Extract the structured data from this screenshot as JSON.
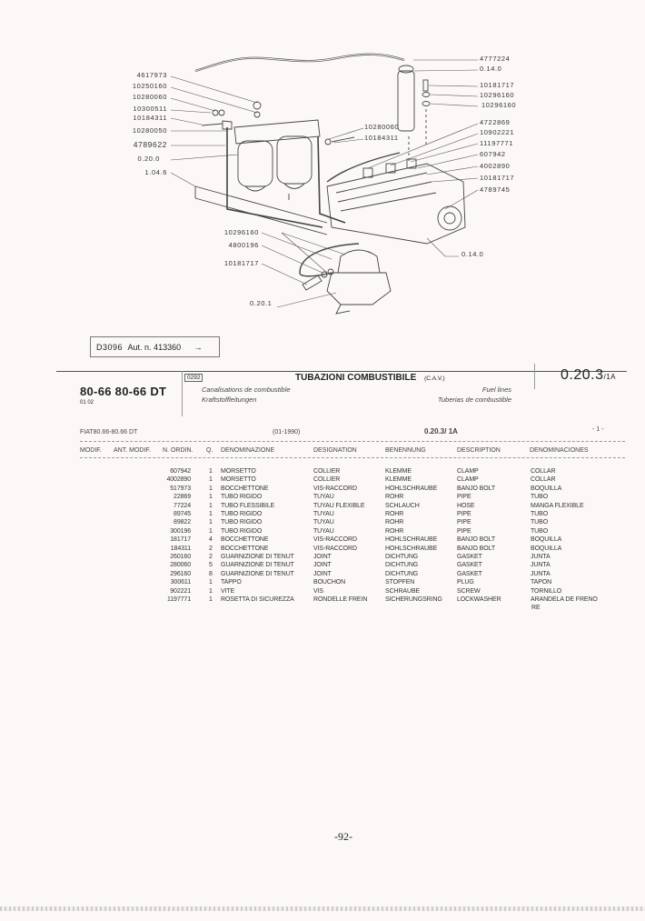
{
  "diagram": {
    "left_labels": [
      "4617973",
      "10250160",
      "10280060",
      "10300511",
      "10184311",
      "10280050",
      "4789622",
      "0.20.0",
      "1.04.6"
    ],
    "right_top_labels": [
      "4777224",
      "0.14.0",
      "10181717",
      "10296160",
      "10296160"
    ],
    "right_mid_labels": [
      "4722869",
      "10902221",
      "11197771",
      "607942",
      "4002890",
      "10181717",
      "4789745"
    ],
    "mid_labels": [
      "10280060",
      "10184311"
    ],
    "bottom_left_labels": [
      "10296160",
      "4800196",
      "10181717"
    ],
    "bottom_ref": "0.20.1",
    "bottom_right_ref": "0.14.0"
  },
  "ref_box": {
    "code": "D3096",
    "aut": "Aut. n. 413360",
    "arrow": "→"
  },
  "header": {
    "model": "80-66 80-66 DT",
    "model_sub": "01 02",
    "code_box": "0292",
    "title": "TUBAZIONI COMBUSTIBILE",
    "title_sub": "(C.A.V.)",
    "fr": "Canalisations de combustible",
    "de": "Kraftstoffleitungen",
    "en": "Fuel lines",
    "es": "Tuberias de combustible",
    "section_main": "0.20.3",
    "section_sub": "/1A"
  },
  "subheader": {
    "model": "FIAT80.66-80.66 DT",
    "date": "(01-1990)",
    "section": "0.20.3/ 1A",
    "page": "- 1 -"
  },
  "columns": [
    "MODIF.",
    "ANT. MODIF.",
    "N. ORDIN.",
    "Q.",
    "DENOMINAZIONE",
    "DESIGNATION",
    "BENENNUNG",
    "DESCRIPTION",
    "DENOMINACIONES"
  ],
  "rows": [
    {
      "num": "607942",
      "q": "1",
      "it": "MORSETTO",
      "fr": "COLLIER",
      "de": "KLEMME",
      "en": "CLAMP",
      "es": "COLLAR"
    },
    {
      "num": "4002890",
      "q": "1",
      "it": "MORSETTO",
      "fr": "COLLIER",
      "de": "KLEMME",
      "en": "CLAMP",
      "es": "COLLAR"
    },
    {
      "num": "517973",
      "q": "1",
      "it": "BOCCHETTONE",
      "fr": "VIS-RACCORD",
      "de": "HOHLSCHRAUBE",
      "en": "BANJO BOLT",
      "es": "BOQUILLA"
    },
    {
      "num": "22869",
      "q": "1",
      "it": "TUBO RIGIDO",
      "fr": "TUYAU",
      "de": "ROHR",
      "en": "PIPE",
      "es": "TUBO"
    },
    {
      "num": "77224",
      "q": "1",
      "it": "TUBO FLESSIBILE",
      "fr": "TUYAU FLEXIBLE",
      "de": "SCHLAUCH",
      "en": "HOSE",
      "es": "MANGA FLEXIBLE"
    },
    {
      "num": "89745",
      "q": "1",
      "it": "TUBO RIGIDO",
      "fr": "TUYAU",
      "de": "ROHR",
      "en": "PIPE",
      "es": "TUBO"
    },
    {
      "num": "89822",
      "q": "1",
      "it": "TUBO RIGIDO",
      "fr": "TUYAU",
      "de": "ROHR",
      "en": "PIPE",
      "es": "TUBO"
    },
    {
      "num": "300196",
      "q": "1",
      "it": "TUBO RIGIDO",
      "fr": "TUYAU",
      "de": "ROHR",
      "en": "PIPE",
      "es": "TUBO"
    },
    {
      "num": "181717",
      "q": "4",
      "it": "BOCCHETTONE",
      "fr": "VIS-RACCORD",
      "de": "HOHLSCHRAUBE",
      "en": "BANJO BOLT",
      "es": "BOQUILLA"
    },
    {
      "num": "184311",
      "q": "2",
      "it": "BOCCHETTONE",
      "fr": "VIS-RACCORD",
      "de": "HOHLSCHRAUBE",
      "en": "BANJO BOLT",
      "es": "BOQUILLA"
    },
    {
      "num": "260160",
      "q": "2",
      "it": "GUARNIZIONE DI TENUT",
      "fr": "JOINT",
      "de": "DICHTUNG",
      "en": "GASKET",
      "es": "JUNTA"
    },
    {
      "num": "280060",
      "q": "5",
      "it": "GUARNIZIONE DI TENUT",
      "fr": "JOINT",
      "de": "DICHTUNG",
      "en": "GASKET",
      "es": "JUNTA"
    },
    {
      "num": "296160",
      "q": "8",
      "it": "GUARNIZIONE DI TENUT",
      "fr": "JOINT",
      "de": "DICHTUNG",
      "en": "GASKET",
      "es": "JUNTA"
    },
    {
      "num": "300611",
      "q": "1",
      "it": "TAPPO",
      "fr": "BOUCHON",
      "de": "STOPFEN",
      "en": "PLUG",
      "es": "TAPON"
    },
    {
      "num": "902221",
      "q": "1",
      "it": "VITE",
      "fr": "VIS",
      "de": "SCHRAUBE",
      "en": "SCREW",
      "es": "TORNILLO"
    },
    {
      "num": "1197771",
      "q": "1",
      "it": "ROSETTA DI SICUREZZA",
      "fr": "RONDELLE FREIN",
      "de": "SICHERUNGSRING",
      "en": "LOCKWASHER",
      "es": "ARANDELA DE FRENO"
    }
  ],
  "last_row_continuation": "RE",
  "footer": {
    "page": "-92-"
  }
}
